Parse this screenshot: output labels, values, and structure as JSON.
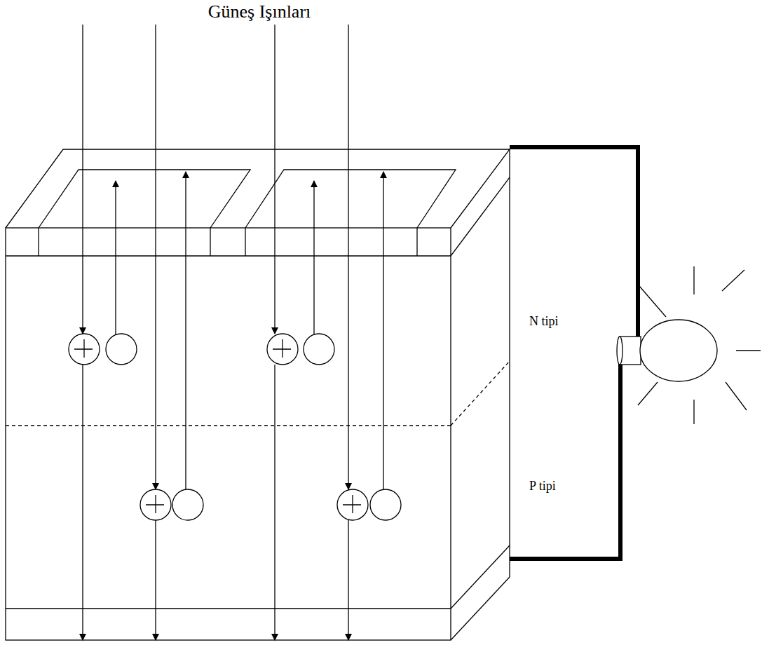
{
  "diagram": {
    "labels": [
      "Güneş Işınları",
      "N tipi",
      "P tipi"
    ]
  }
}
